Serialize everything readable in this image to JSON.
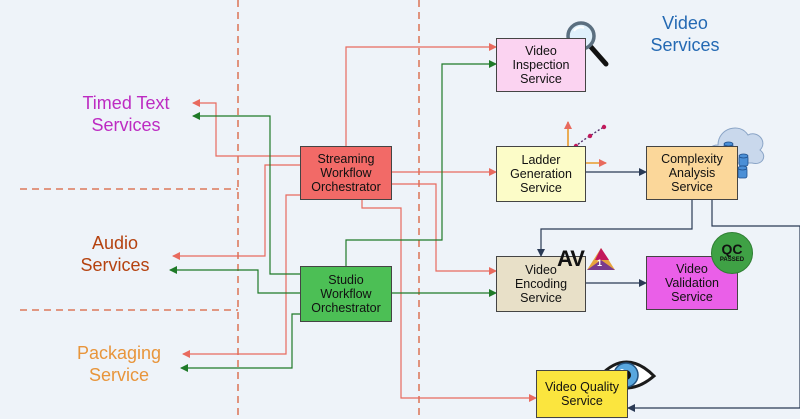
{
  "title": "Video\nServices",
  "groups": {
    "timed_text": "Timed Text\nServices",
    "audio": "Audio\nServices",
    "packaging": "Packaging\nService"
  },
  "orchestrators": {
    "streaming": "Streaming\nWorkflow\nOrchestrator",
    "studio": "Studio\nWorkflow\nOrchestrator"
  },
  "services": {
    "inspection": "Video\nInspection\nService",
    "ladder": "Ladder\nGeneration\nService",
    "complexity": "Complexity\nAnalysis\nService",
    "encoding": "Video\nEncoding\nService",
    "validation": "Video\nValidation\nService",
    "quality": "Video Quality\nService"
  },
  "badges": {
    "qc_big": "QC",
    "qc_small": "PASSED",
    "av": "AV",
    "av_num": "1"
  },
  "colors": {
    "background": "#eef3f9",
    "red_line": "#e86a5e",
    "green_line": "#1f7a28",
    "dashed": "#d9603c",
    "streaming_fill": "#f26a67",
    "studio_fill": "#4cbf55",
    "inspection_fill": "#fbd3f1",
    "ladder_fill": "#fcfcc8",
    "complexity_fill": "#fbd79a",
    "encoding_fill": "#e8e0c8",
    "validation_fill": "#ea5fe8",
    "quality_fill": "#fbe53e",
    "video_services_text": "#2469b3",
    "timed_text_text": "#bd2bc2",
    "audio_text": "#b5420f",
    "packaging_text": "#e8953b",
    "qc_badge": "#3fa145"
  },
  "icons": [
    "magnifier-icon",
    "ladder-chart-icon",
    "cloud-database-icon",
    "av1-logo-icon",
    "qc-passed-badge-icon",
    "eye-icon"
  ]
}
